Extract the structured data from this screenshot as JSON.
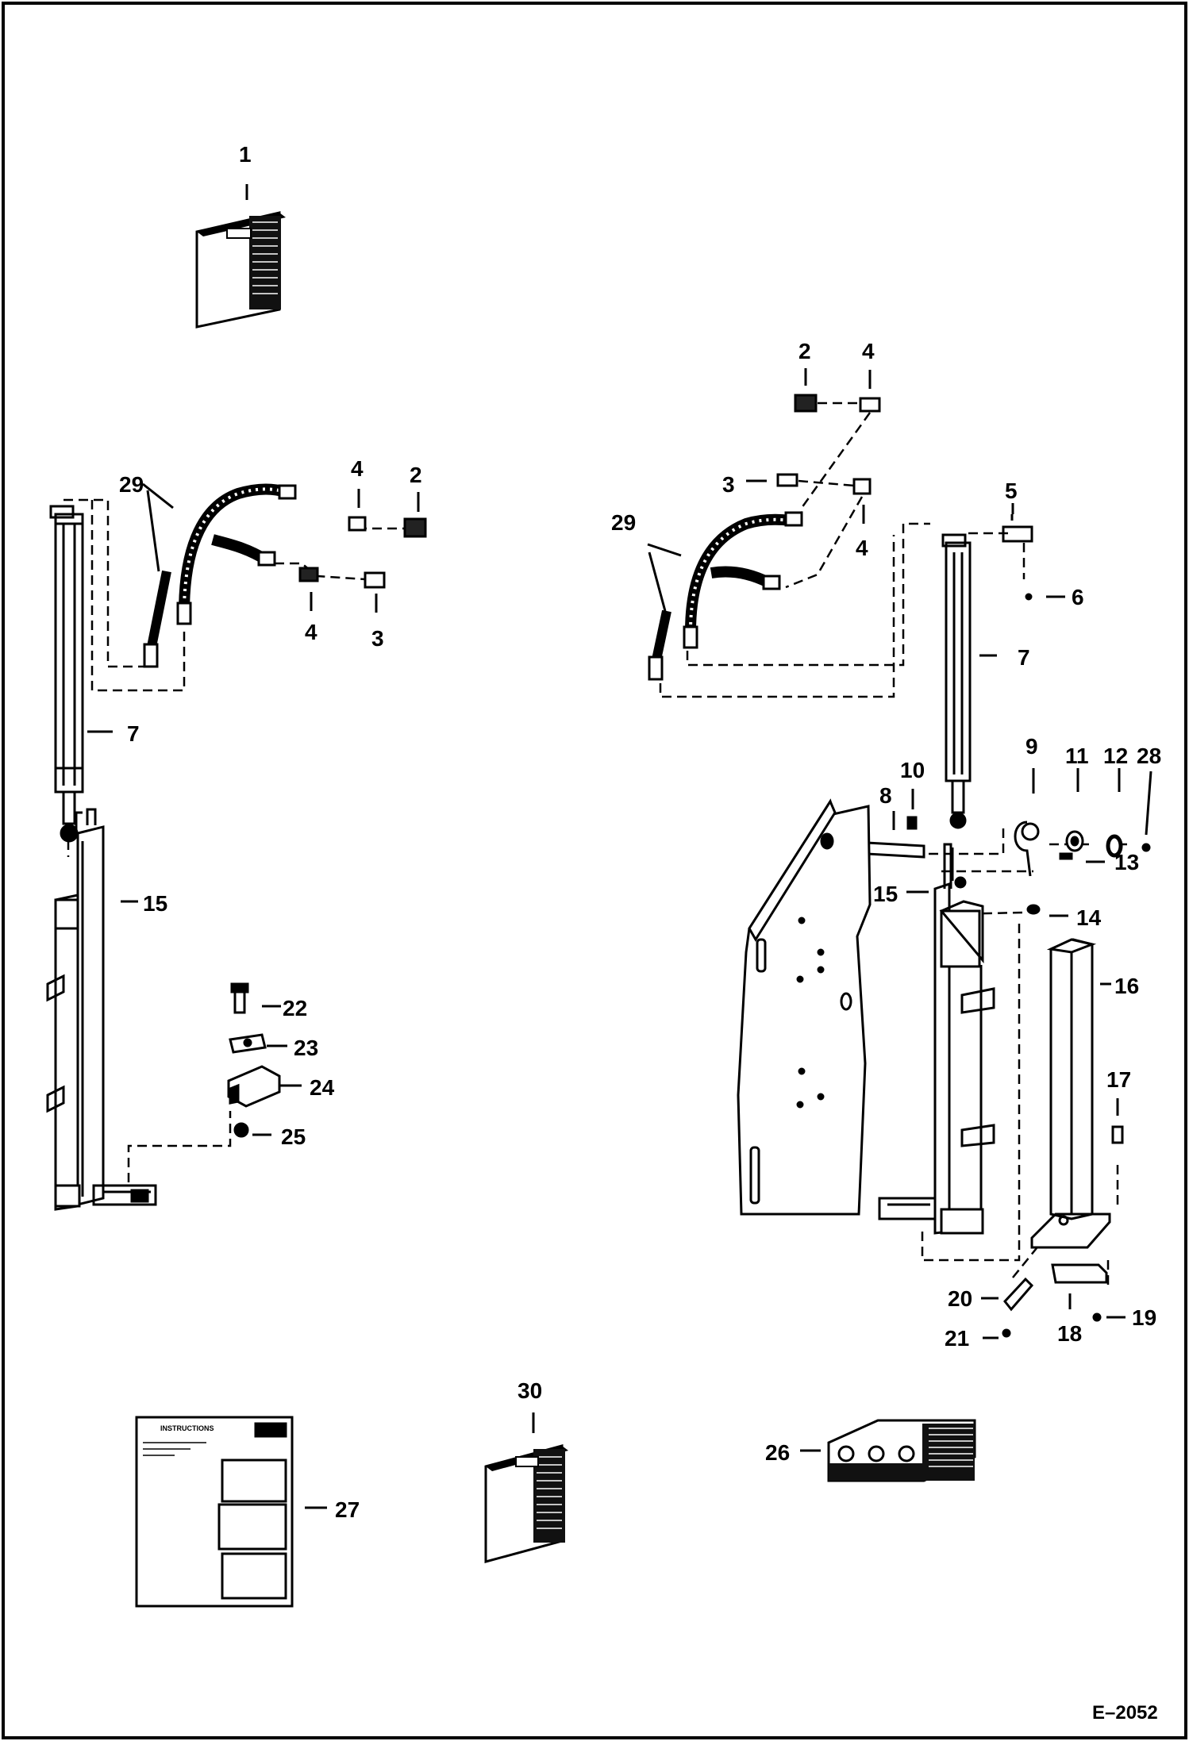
{
  "callouts": {
    "c1": "1",
    "c2a": "2",
    "c2b": "2",
    "c3a": "3",
    "c3b": "3",
    "c4a": "4",
    "c4b": "4",
    "c4c": "4",
    "c4d": "4",
    "c5": "5",
    "c6": "6",
    "c7a": "7",
    "c7b": "7",
    "c8": "8",
    "c9": "9",
    "c10": "10",
    "c11": "11",
    "c12": "12",
    "c13": "13",
    "c14": "14",
    "c15a": "15",
    "c15b": "15",
    "c16": "16",
    "c17": "17",
    "c18": "18",
    "c19": "19",
    "c20": "20",
    "c21": "21",
    "c22": "22",
    "c23": "23",
    "c24": "24",
    "c25": "25",
    "c26": "26",
    "c27": "27",
    "c28": "28",
    "c29a": "29",
    "c29b": "29",
    "c30": "30"
  },
  "instruction_sheet": {
    "heading": "INSTRUCTIONS"
  },
  "figure_id": "E–2052"
}
